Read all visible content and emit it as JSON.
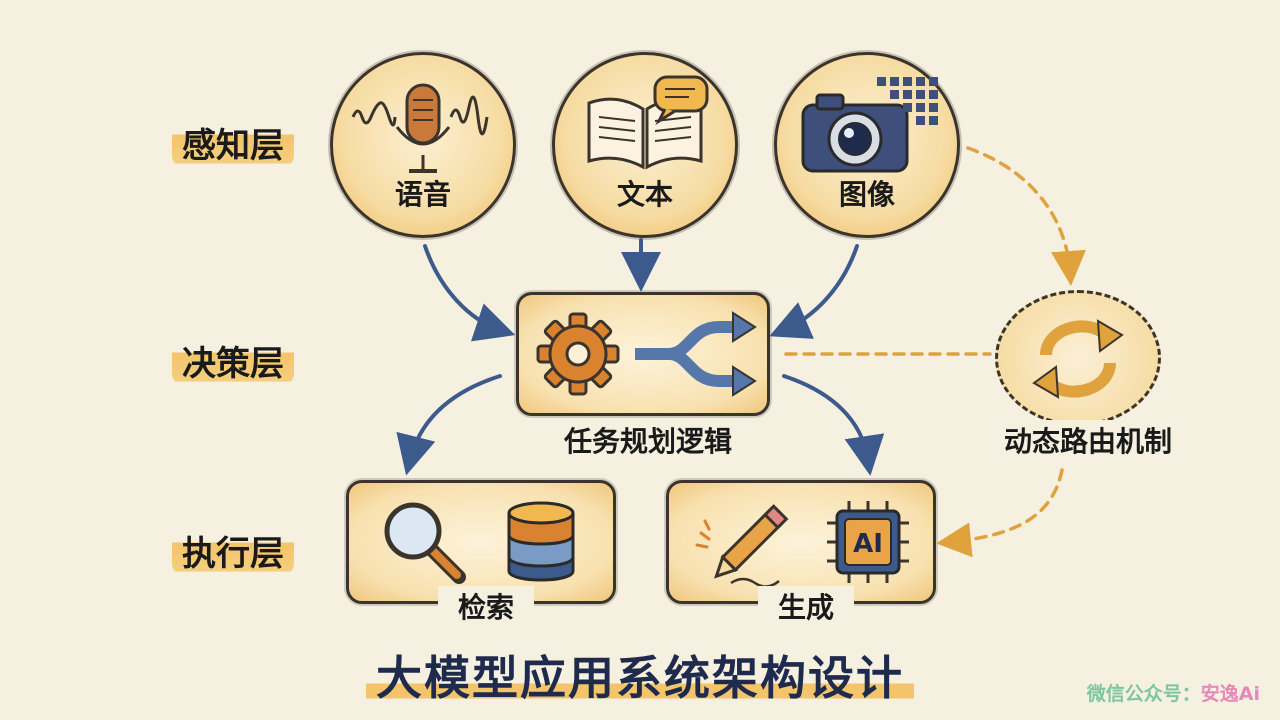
{
  "layers": {
    "perception": "感知层",
    "decision": "决策层",
    "execution": "执行层"
  },
  "inputs": {
    "speech": "语音",
    "text": "文本",
    "image": "图像"
  },
  "decision_box": {
    "label": "任务规划逻辑"
  },
  "routing": {
    "label": "动态路由机制"
  },
  "outputs": {
    "retrieval": "检索",
    "generation": "生成"
  },
  "chip_text": "AI",
  "title": "大模型应用系统架构设计",
  "watermark": {
    "prefix": "微信公众号：",
    "brand": "安逸Ai"
  },
  "colors": {
    "arrow_blue": "#3d5a8c",
    "arrow_orange": "#e0a23c",
    "accent_yellow": "#f3c46a",
    "title_navy": "#1f2b4d"
  }
}
